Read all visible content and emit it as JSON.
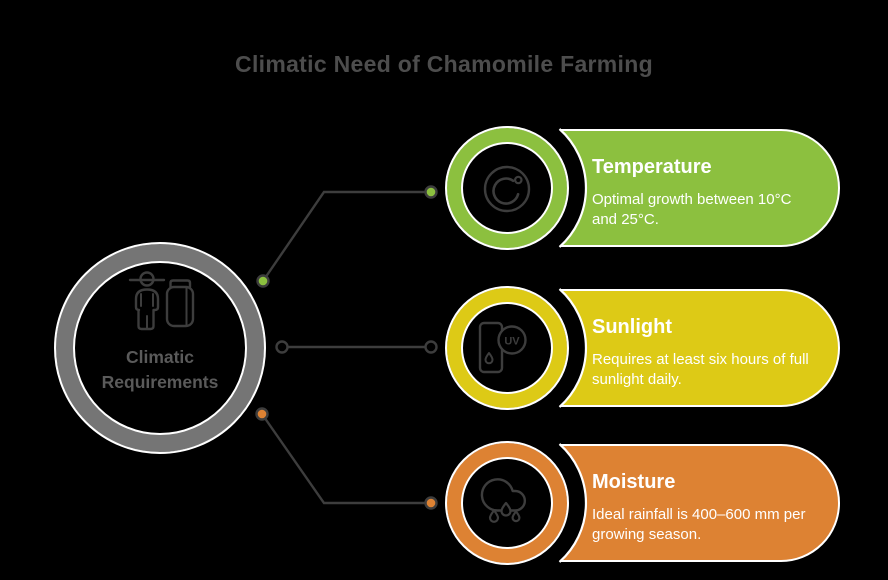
{
  "title": "Climatic Need of Chamomile Farming",
  "hub": {
    "label": "Climatic Requirements",
    "icon": "farmer-with-sack-icon"
  },
  "items": [
    {
      "id": "temperature",
      "title": "Temperature",
      "description": "Optimal growth between 10°C and 25°C.",
      "color": "#8CC03F",
      "icon": "celsius-thermometer-icon"
    },
    {
      "id": "sunlight",
      "title": "Sunlight",
      "description": "Requires at least six hours of full sunlight daily.",
      "color": "#DDCA16",
      "icon": "uv-sunscreen-icon",
      "icon_label": "UV"
    },
    {
      "id": "moisture",
      "title": "Moisture",
      "description": "Ideal rainfall is 400–600 mm per growing season.",
      "color": "#DD8233",
      "icon": "rain-cloud-icon"
    }
  ],
  "colors": {
    "background": "#000000",
    "title_text": "#4D4D4D",
    "hub_ring": "#757575",
    "hub_text": "#5A5A5A",
    "line_and_icon": "#3D3D3D",
    "card_text": "#FFFFFF",
    "outline": "#FFFFFF"
  }
}
